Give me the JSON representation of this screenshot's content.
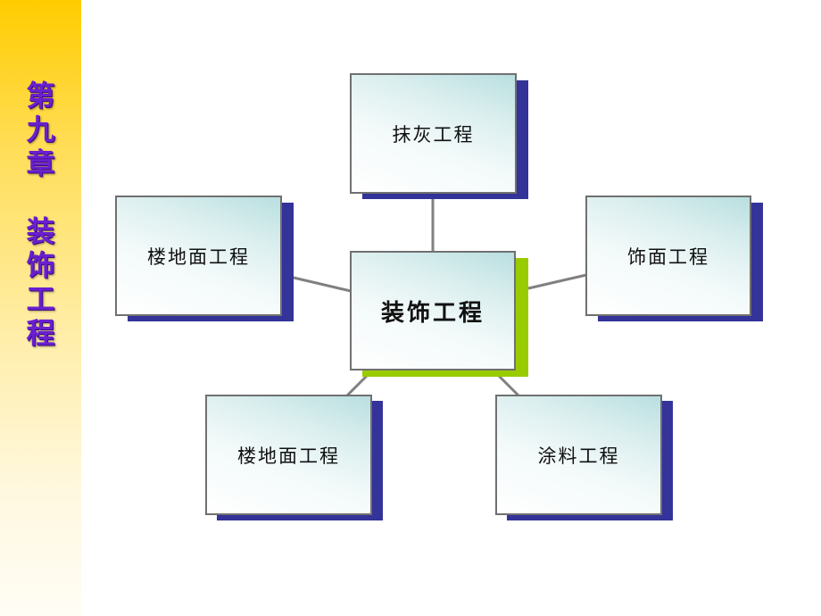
{
  "sidebar": {
    "chapter_chars": [
      "第",
      "九",
      "章"
    ],
    "title_chars": [
      "装",
      "饰",
      "工",
      "程"
    ],
    "text_color": "#6a1fd0",
    "gradient_top": "#ffcc00"
  },
  "diagram": {
    "center": {
      "label": "装饰工程",
      "shadow_color": "#99cc00"
    },
    "nodes": [
      {
        "id": "top",
        "label": "抹灰工程"
      },
      {
        "id": "left",
        "label": "楼地面工程"
      },
      {
        "id": "right",
        "label": "饰面工程"
      },
      {
        "id": "bottom-left",
        "label": "楼地面工程"
      },
      {
        "id": "bottom-right",
        "label": "涂料工程"
      }
    ],
    "node_shadow_color": "#333399",
    "connector_color": "#808080"
  }
}
